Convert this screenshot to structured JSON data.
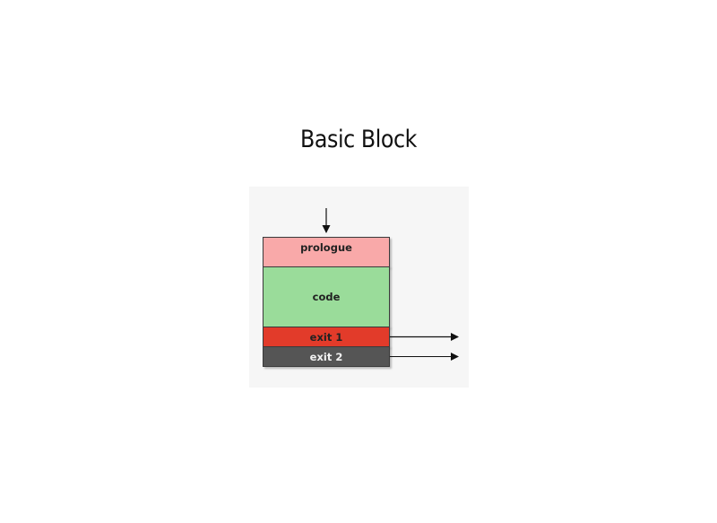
{
  "title": "Basic Block",
  "diagram": {
    "blocks": [
      {
        "label": "prologue",
        "color": "#f9a9a9"
      },
      {
        "label": "code",
        "color": "#9adc9a"
      },
      {
        "label": "exit 1",
        "color": "#e23b2a"
      },
      {
        "label": "exit 2",
        "color": "#555555"
      }
    ],
    "arrow_color": "#111111",
    "edges": [
      {
        "from": "entry",
        "to": "prologue"
      },
      {
        "from": "exit 1",
        "to": "outside"
      },
      {
        "from": "exit 2",
        "to": "outside"
      }
    ]
  }
}
